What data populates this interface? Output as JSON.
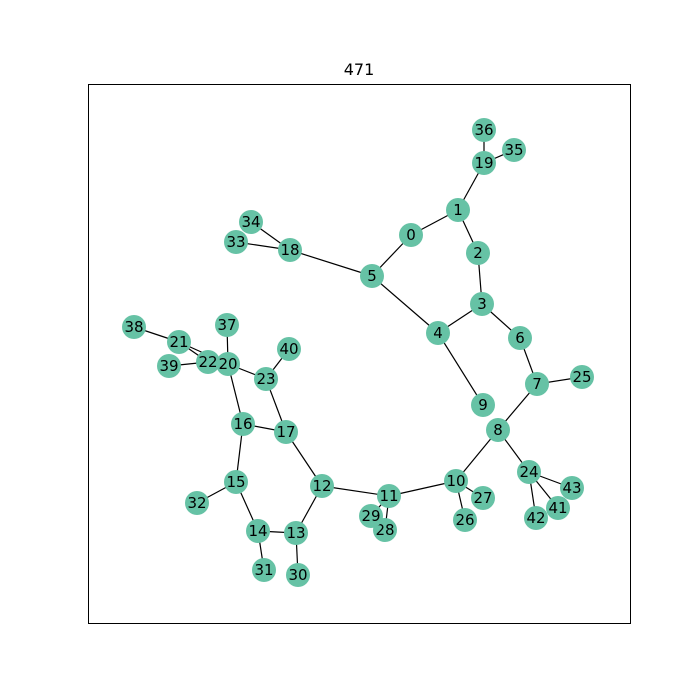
{
  "title": "471",
  "colors": {
    "node": "#66c2a5",
    "edge": "#000000",
    "frame": "#000000"
  },
  "graph": {
    "nodes": [
      "0",
      "1",
      "2",
      "3",
      "4",
      "5",
      "6",
      "7",
      "8",
      "9",
      "10",
      "11",
      "12",
      "13",
      "14",
      "15",
      "16",
      "17",
      "18",
      "19",
      "20",
      "21",
      "22",
      "23",
      "24",
      "25",
      "26",
      "27",
      "28",
      "29",
      "30",
      "31",
      "32",
      "33",
      "34",
      "35",
      "36",
      "37",
      "38",
      "39",
      "40",
      "41",
      "42",
      "43"
    ],
    "edges": [
      [
        "0",
        "1"
      ],
      [
        "0",
        "5"
      ],
      [
        "1",
        "2"
      ],
      [
        "1",
        "19"
      ],
      [
        "19",
        "36"
      ],
      [
        "19",
        "35"
      ],
      [
        "2",
        "3"
      ],
      [
        "3",
        "4"
      ],
      [
        "3",
        "6"
      ],
      [
        "4",
        "5"
      ],
      [
        "4",
        "9"
      ],
      [
        "5",
        "18"
      ],
      [
        "18",
        "34"
      ],
      [
        "18",
        "33"
      ],
      [
        "6",
        "7"
      ],
      [
        "7",
        "25"
      ],
      [
        "7",
        "8"
      ],
      [
        "8",
        "10"
      ],
      [
        "8",
        "24"
      ],
      [
        "24",
        "43"
      ],
      [
        "24",
        "41"
      ],
      [
        "24",
        "42"
      ],
      [
        "10",
        "11"
      ],
      [
        "10",
        "26"
      ],
      [
        "10",
        "27"
      ],
      [
        "11",
        "12"
      ],
      [
        "11",
        "28"
      ],
      [
        "11",
        "29"
      ],
      [
        "12",
        "13"
      ],
      [
        "12",
        "17"
      ],
      [
        "13",
        "14"
      ],
      [
        "13",
        "30"
      ],
      [
        "14",
        "31"
      ],
      [
        "14",
        "15"
      ],
      [
        "15",
        "32"
      ],
      [
        "15",
        "16"
      ],
      [
        "16",
        "17"
      ],
      [
        "16",
        "20"
      ],
      [
        "17",
        "23"
      ],
      [
        "23",
        "40"
      ],
      [
        "23",
        "20"
      ],
      [
        "20",
        "37"
      ],
      [
        "20",
        "22"
      ],
      [
        "20",
        "21"
      ],
      [
        "21",
        "38"
      ],
      [
        "22",
        "21"
      ],
      [
        "22",
        "39"
      ]
    ]
  }
}
